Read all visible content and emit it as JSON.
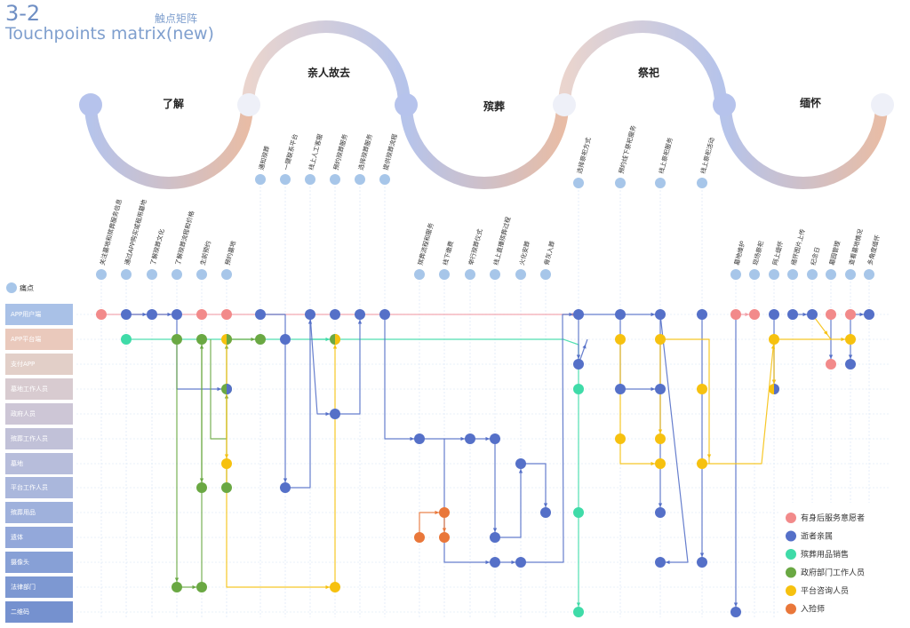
{
  "header": {
    "code": "3-2",
    "title": "Touchpoints matrix(new)",
    "subtitle": "触点矩阵"
  },
  "pain_label": "痛点",
  "stages": [
    "了解",
    "亲人故去",
    "殡葬",
    "祭祀",
    "缅怀"
  ],
  "rows": [
    "APP用户端",
    "APP平台端",
    "支付APP",
    "墓地工作人员",
    "政府人员",
    "殡葬工作人员",
    "墓地",
    "平台工作人员",
    "殡葬用品",
    "遗体",
    "摄像头",
    "法律部门",
    "二维码"
  ],
  "touchpoints": [
    "关注墓地和殡葬服务信息",
    "通过APP购买或租用墓地",
    "了解殡葬文化",
    "了解殡葬流程和价格",
    "生前预约",
    "预约墓地",
    "通知殡葬",
    "一键联系平台",
    "线上人工客服",
    "预约殡葬服务",
    "选择殡葬服务",
    "提供殡葬流程",
    "殡葬流程和服务",
    "线下缴费",
    "举行殡葬仪式",
    "线上直播殡葬过程",
    "火化安葬",
    "骨灰入葬",
    "选择祭祀方式",
    "预约线下祭祀服务",
    "线上祭祀服务",
    "线上祭祀活动",
    "墓地维护",
    "现场祭祀",
    "网上缅怀",
    "缅怀图片上传",
    "纪念日",
    "墓园管理",
    "查看墓地情况",
    "多角度缅怀"
  ],
  "legend": [
    {
      "label": "有身后服务意愿者",
      "color": "#f28a8a"
    },
    {
      "label": "逝者亲属",
      "color": "#5570c8"
    },
    {
      "label": "殡葬用品销售",
      "color": "#3fdba8"
    },
    {
      "label": "政府部门工作人员",
      "color": "#6aa843"
    },
    {
      "label": "平台咨询人员",
      "color": "#f6c10f"
    },
    {
      "label": "入殓师",
      "color": "#e9773a"
    }
  ]
}
